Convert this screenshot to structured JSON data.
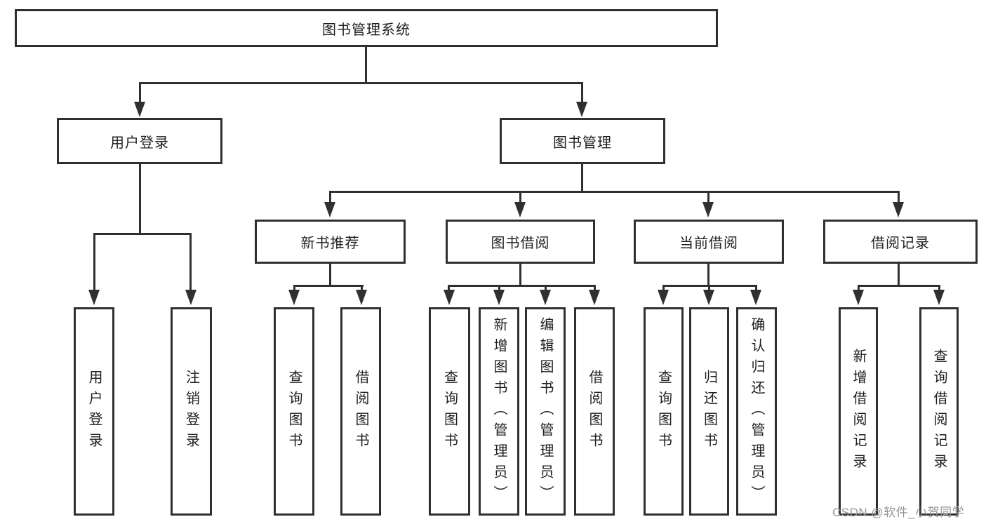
{
  "diagram": {
    "root": {
      "label": "图书管理系统"
    },
    "level2": {
      "user_login": {
        "label": "用户登录"
      },
      "book_management": {
        "label": "图书管理"
      }
    },
    "level3": {
      "new_book_recommendation": {
        "label": "新书推荐"
      },
      "book_borrowing": {
        "label": "图书借阅"
      },
      "current_borrowing": {
        "label": "当前借阅"
      },
      "borrowing_records": {
        "label": "借阅记录"
      }
    },
    "leaves": {
      "user_login": {
        "label": "用户登录"
      },
      "logout": {
        "label": "注销登录"
      },
      "nb_query_books": {
        "label": "查询图书"
      },
      "nb_borrow_books": {
        "label": "借阅图书"
      },
      "bb_query_books": {
        "label": "查询图书"
      },
      "bb_add_books": {
        "label": "新增图书（管理员）"
      },
      "bb_edit_books": {
        "label": "编辑图书（管理员）"
      },
      "bb_borrow_books": {
        "label": "借阅图书"
      },
      "cb_query_books": {
        "label": "查询图书"
      },
      "cb_return_books": {
        "label": "归还图书"
      },
      "cb_confirm_return": {
        "label": "确认归还（管理员）"
      },
      "br_add_record": {
        "label": "新增借阅记录"
      },
      "br_query_record": {
        "label": "查询借阅记录"
      }
    },
    "watermark": "CSDN @软件_小贺同学",
    "colors": {
      "line": "#303030",
      "text": "#1f1f1f",
      "watermark": "#949494",
      "background": "#ffffff"
    }
  }
}
